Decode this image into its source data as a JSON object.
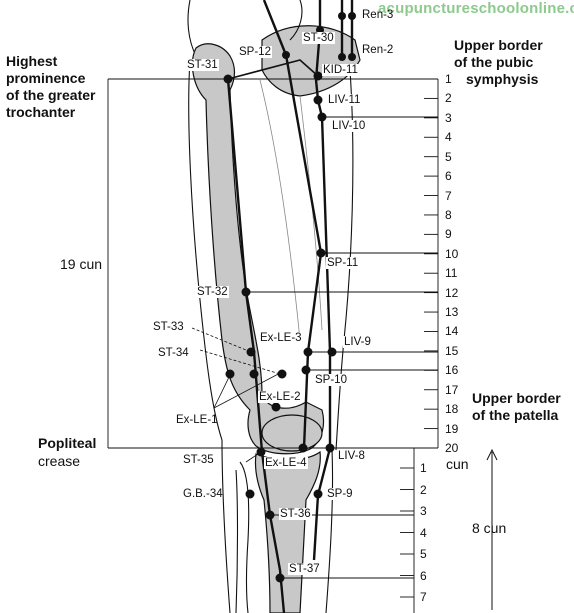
{
  "watermark": "acupunctureschoolonline.com",
  "annotations": {
    "trochanter": [
      "Highest",
      "prominence",
      "of the greater",
      "trochanter"
    ],
    "pubic": [
      "Upper border",
      "of the pubic",
      "symphysis"
    ],
    "patella": [
      "Upper border",
      "of the patella"
    ],
    "popliteal": [
      "Popliteal",
      "crease"
    ],
    "span_19": "19 cun",
    "span_8": "8 cun",
    "cun_unit": "cun"
  },
  "thigh_scale": [
    "1",
    "2",
    "3",
    "4",
    "5",
    "6",
    "7",
    "8",
    "9",
    "10",
    "11",
    "12",
    "13",
    "14",
    "15",
    "16",
    "17",
    "18",
    "19",
    "20"
  ],
  "leg_scale": [
    "1",
    "2",
    "3",
    "4",
    "5",
    "6",
    "7"
  ],
  "points": {
    "ren3": "Ren-3",
    "st30": "ST-30",
    "ren2": "Ren-2",
    "sp12": "SP-12",
    "st31": "ST-31",
    "kid11": "KID-11",
    "liv11": "LIV-11",
    "liv10": "LIV-10",
    "sp11": "SP-11",
    "st32": "ST-32",
    "st33": "ST-33",
    "exle3": "Ex-LE-3",
    "liv9": "LIV-9",
    "st34": "ST-34",
    "sp10": "SP-10",
    "exle2": "Ex-LE-2",
    "exle1": "Ex-LE-1",
    "st35": "ST-35",
    "exle4": "Ex-LE-4",
    "liv8": "LIV-8",
    "gb34": "G.B.-34",
    "sp9": "SP-9",
    "st36": "ST-36",
    "st37": "ST-37"
  },
  "colors": {
    "bone": "#c8c8c8",
    "line": "#111111",
    "watermark": "#8ec98e"
  }
}
